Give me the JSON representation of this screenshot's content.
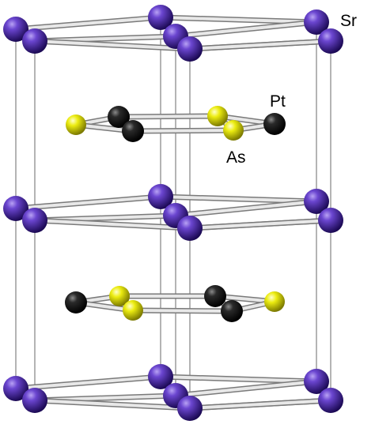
{
  "labels": {
    "strontium": "Sr",
    "platinum": "Pt",
    "arsenic": "As"
  },
  "colors": {
    "strontium": "#4a2a9e",
    "platinum": "#111111",
    "arsenic": "#d8d800",
    "bond": "#bcbcbc",
    "cell_edge": "#666666"
  }
}
